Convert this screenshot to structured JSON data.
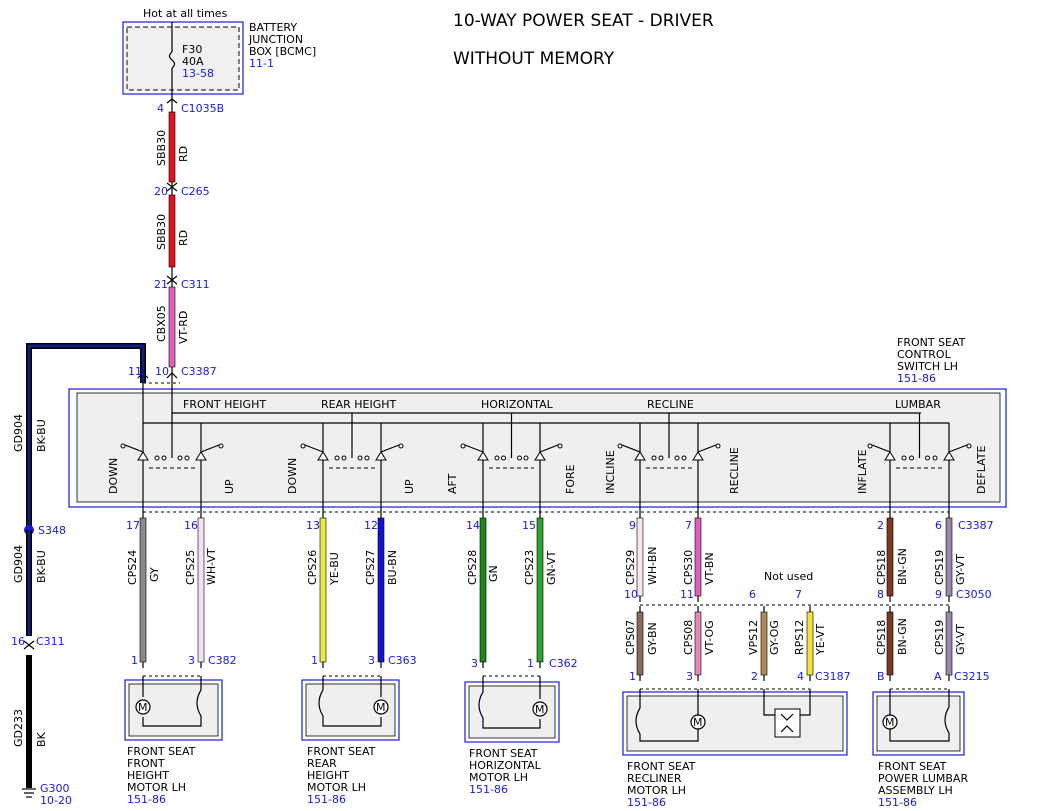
{
  "title_line1": "10-WAY POWER SEAT - DRIVER",
  "title_line2": "WITHOUT MEMORY",
  "hot_label": "Hot at all times",
  "bjb": {
    "l1": "BATTERY",
    "l2": "JUNCTION",
    "l3": "BOX [BCMC]",
    "ref": "11-1",
    "fuse": "F30",
    "amp": "40A",
    "fuse_ref": "13-58"
  },
  "c1035b": {
    "pin": "4",
    "name": "C1035B"
  },
  "w1": {
    "circuit": "SBB30",
    "color": "RD",
    "hex": "#e0141e"
  },
  "c265": {
    "pin": "20",
    "name": "C265"
  },
  "w2": {
    "circuit": "SBB30",
    "color": "RD",
    "hex": "#e0141e"
  },
  "c311a": {
    "pin": "21",
    "name": "C311"
  },
  "w3": {
    "circuit": "CBX05",
    "color": "VT-RD",
    "hex": "#e060c0"
  },
  "c3387top": {
    "pin_left": "11",
    "pin_right": "10",
    "name": "C3387"
  },
  "switch": {
    "l1": "FRONT SEAT",
    "l2": "CONTROL",
    "l3": "SWITCH LH",
    "ref": "151-86"
  },
  "sections": {
    "front_height": "FRONT HEIGHT",
    "rear_height": "REAR HEIGHT",
    "horizontal": "HORIZONTAL",
    "recline": "RECLINE",
    "lumbar": "LUMBAR"
  },
  "dirs": {
    "down1": "DOWN",
    "up1": "UP",
    "down2": "DOWN",
    "up2": "UP",
    "aft": "AFT",
    "fore": "FORE",
    "incline": "INCLINE",
    "recline": "RECLINE",
    "inflate": "INFLATE",
    "deflate": "DEFLATE"
  },
  "ground": {
    "circuit": "GD904",
    "color": "BK-BU",
    "splice": "S348",
    "c311_pin": "16",
    "c311": "C311",
    "low_circuit": "GD233",
    "low_color": "BK",
    "g": "G300",
    "g_ref": "10-20"
  },
  "wires": {
    "cps24": {
      "pin": "17",
      "circuit": "CPS24",
      "color": "GY"
    },
    "cps25": {
      "pin": "16",
      "circuit": "CPS25",
      "color": "WH-VT"
    },
    "cps26": {
      "pin": "13",
      "circuit": "CPS26",
      "color": "YE-BU"
    },
    "cps27": {
      "pin": "12",
      "circuit": "CPS27",
      "color": "BU-BN"
    },
    "cps28": {
      "pin": "14",
      "circuit": "CPS28",
      "color": "GN"
    },
    "cps23": {
      "pin": "15",
      "circuit": "CPS23",
      "color": "GN-VT"
    },
    "cps29": {
      "pin": "9",
      "circuit": "CPS29",
      "color": "WH-BN"
    },
    "cps30": {
      "pin": "7",
      "circuit": "CPS30",
      "color": "VT-BN"
    },
    "cps18": {
      "pin": "2",
      "circuit": "CPS18",
      "color": "BN-GN"
    },
    "cps19": {
      "pin": "6",
      "circuit": "CPS19",
      "color": "GY-VT"
    },
    "c3387": "C3387"
  },
  "c3050": {
    "pin10": "10",
    "pin11": "11",
    "pin6": "6",
    "pin7": "7",
    "pin8": "8",
    "pin9": "9",
    "name": "C3050",
    "not_used": "Not used"
  },
  "lower": {
    "cps07": {
      "circuit": "CPS07",
      "color": "GY-BN"
    },
    "cps08": {
      "circuit": "CPS08",
      "color": "VT-OG"
    },
    "vps12": {
      "circuit": "VPS12",
      "color": "GY-OG"
    },
    "rps12": {
      "circuit": "RPS12",
      "color": "YE-VT"
    },
    "cps18": {
      "circuit": "CPS18",
      "color": "BN-GN"
    },
    "cps19": {
      "circuit": "CPS19",
      "color": "GY-VT"
    }
  },
  "motors": {
    "m1": {
      "pin_a": "1",
      "pin_b": "3",
      "conn": "C382",
      "l1": "FRONT SEAT",
      "l2": "FRONT",
      "l3": "HEIGHT",
      "l4": "MOTOR LH",
      "ref": "151-86"
    },
    "m2": {
      "pin_a": "1",
      "pin_b": "3",
      "conn": "C363",
      "l1": "FRONT SEAT",
      "l2": "REAR",
      "l3": "HEIGHT",
      "l4": "MOTOR LH",
      "ref": "151-86"
    },
    "m3": {
      "pin_a": "3",
      "pin_b": "1",
      "conn": "C362",
      "l1": "FRONT SEAT",
      "l2": "HORIZONTAL",
      "l3": "MOTOR LH",
      "ref": "151-86"
    },
    "m4": {
      "pin_1": "1",
      "pin_3": "3",
      "pin_2": "2",
      "pin_4": "4",
      "conn": "C3187",
      "l1": "FRONT SEAT",
      "l2": "RECLINER",
      "l3": "MOTOR LH",
      "ref": "151-86"
    },
    "m5": {
      "pin_b": "B",
      "pin_a": "A",
      "conn": "C3215",
      "l1": "FRONT SEAT",
      "l2": "POWER LUMBAR",
      "l3": "ASSEMBLY LH",
      "ref": "151-86"
    }
  },
  "motor_symbol": "M"
}
